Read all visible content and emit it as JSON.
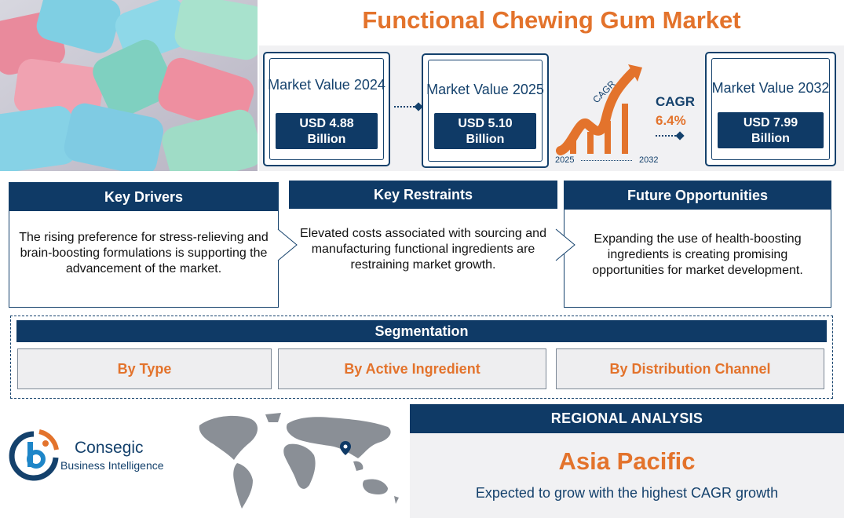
{
  "title": "Functional Chewing Gum Market",
  "stats": [
    {
      "label": "Market Value 2024",
      "value_line1": "USD 4.88",
      "value_line2": "Billion"
    },
    {
      "label": "Market Value 2025",
      "value_line1": "USD 5.10",
      "value_line2": "Billion"
    },
    {
      "label": "Market Value 2032",
      "value_line1": "USD 7.99",
      "value_line2": "Billion"
    }
  ],
  "cagr": {
    "arrow_label": "CAGR",
    "title": "CAGR",
    "value": "6.4%",
    "start_year": "2025",
    "end_year": "2032"
  },
  "panels": [
    {
      "title": "Key Drivers",
      "text": "The rising preference for stress-relieving and brain-boosting formulations is supporting the advancement of the market."
    },
    {
      "title": "Key Restraints",
      "text": "Elevated costs associated with sourcing and manufacturing functional ingredients are restraining market growth."
    },
    {
      "title": "Future Opportunities",
      "text": "Expanding the use of health-boosting ingredients is creating promising opportunities for market development."
    }
  ],
  "segmentation": {
    "title": "Segmentation",
    "items": [
      "By Type",
      "By Active Ingredient",
      "By Distribution Channel"
    ]
  },
  "logo": {
    "name": "Consegic",
    "tagline": "Business Intelligence"
  },
  "regional": {
    "title": "REGIONAL ANALYSIS",
    "region": "Asia Pacific",
    "text": "Expected to grow with the highest CAGR growth"
  },
  "colors": {
    "navy": "#0f3a66",
    "orange": "#e3732c",
    "panel_bg": "#f1f1f3",
    "gum_pink": "#e98a9c",
    "gum_blue": "#7fcfe3",
    "gum_green": "#9fdcc6"
  }
}
